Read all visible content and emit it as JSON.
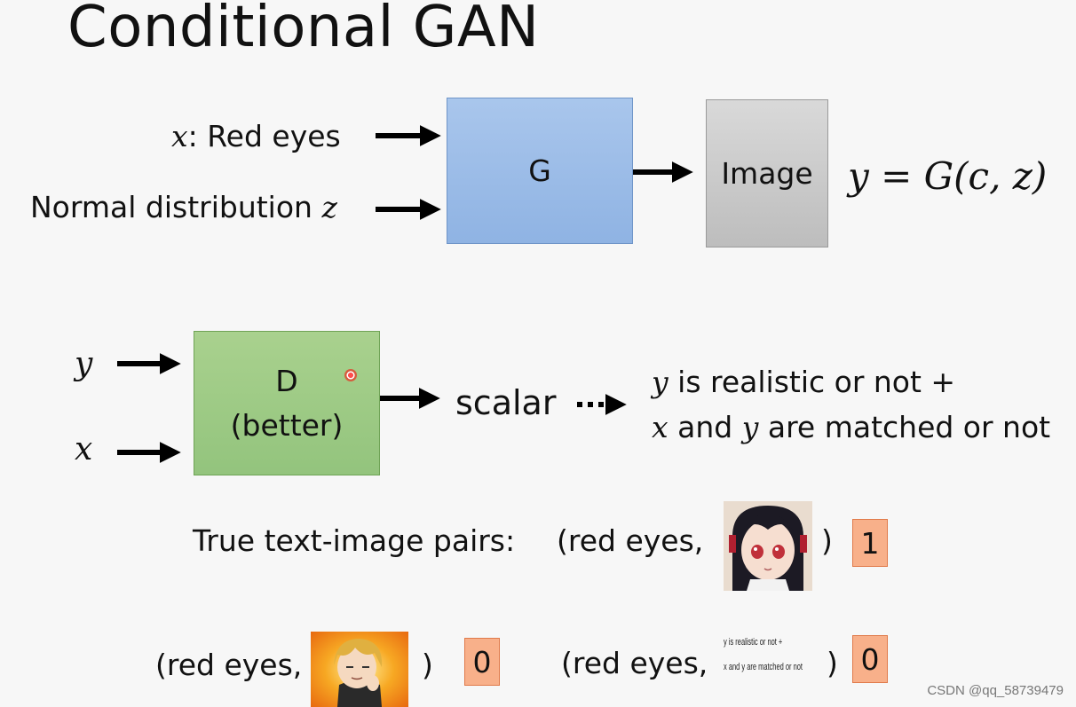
{
  "title": "Conditional GAN",
  "generator": {
    "input_x_var": "x",
    "input_x_text": ": Red eyes",
    "input_z_text": "Normal distribution ",
    "input_z_var": "z",
    "box_label": "G",
    "output_label": "Image",
    "formula": "y = G(c, z)"
  },
  "discriminator": {
    "input_y_var": "y",
    "input_x_var": "x",
    "box_label_line1": "D",
    "box_label_line2": "(better)",
    "output_label": "scalar",
    "desc_line1_var": "y",
    "desc_line1_text": " is realistic or not +",
    "desc_line2_var1": "x",
    "desc_line2_mid": " and ",
    "desc_line2_var2": "y",
    "desc_line2_text": " are matched or not"
  },
  "examples": {
    "true_pairs_label": "True text-image pairs:",
    "pair_open": "(red eyes,",
    "pair_close": ")",
    "true_score": "1",
    "false_score_1": "0",
    "false_score_2": "0",
    "text_image_line1": "y is realistic or not +",
    "text_image_line2": "x and y are matched or not"
  },
  "watermark": "CSDN @qq_58739479"
}
